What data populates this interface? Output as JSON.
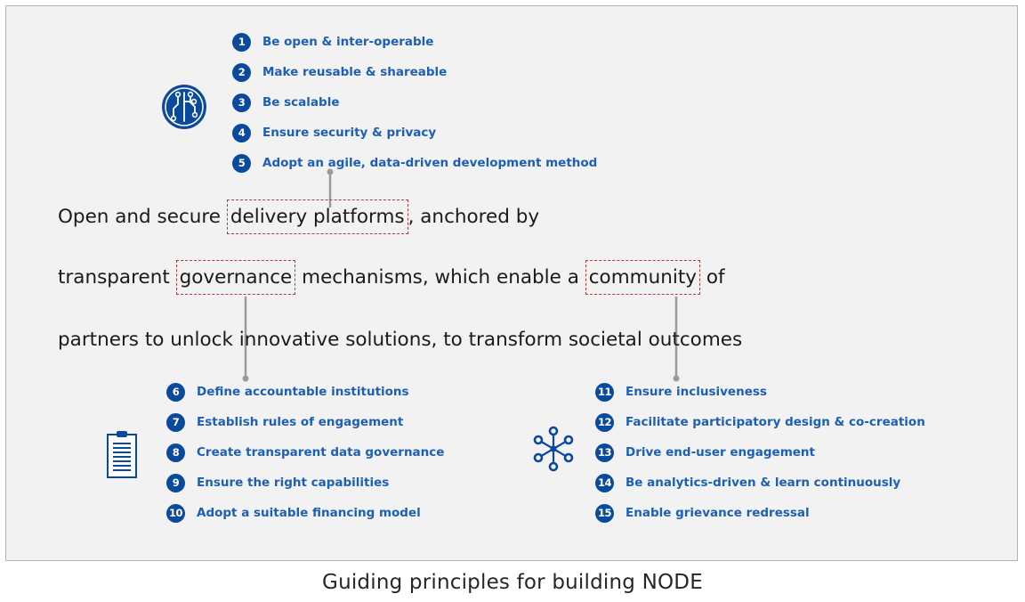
{
  "platform_principles": [
    {
      "num": "1",
      "text": "Be open & inter-operable"
    },
    {
      "num": "2",
      "text": "Make reusable & shareable"
    },
    {
      "num": "3",
      "text": "Be scalable"
    },
    {
      "num": "4",
      "text": "Ensure security & privacy"
    },
    {
      "num": "5",
      "text": "Adopt an agile, data-driven development method"
    }
  ],
  "statement": {
    "line1_pre": "Open and secure ",
    "kw_platforms": "delivery platforms",
    "line1_post": ", anchored by",
    "line2_pre": "transparent ",
    "kw_governance": "governance",
    "line2_mid": " mechanisms, which enable a ",
    "kw_community": "community",
    "line2_post": " of",
    "line3": "partners to unlock innovative solutions, to transform societal outcomes"
  },
  "governance_principles": [
    {
      "num": "6",
      "text": "Define accountable institutions"
    },
    {
      "num": "7",
      "text": "Establish rules of engagement"
    },
    {
      "num": "8",
      "text": "Create transparent data governance"
    },
    {
      "num": "9",
      "text": "Ensure the right capabilities"
    },
    {
      "num": "10",
      "text": "Adopt a suitable financing model"
    }
  ],
  "community_principles": [
    {
      "num": "11",
      "text": "Ensure inclusiveness"
    },
    {
      "num": "12",
      "text": "Facilitate participatory design & co-creation"
    },
    {
      "num": "13",
      "text": "Drive end-user engagement"
    },
    {
      "num": "14",
      "text": "Be analytics-driven & learn continuously"
    },
    {
      "num": "15",
      "text": "Enable grievance redressal"
    }
  ],
  "icons": {
    "platforms": "circuit-chip-icon",
    "governance": "clipboard-icon",
    "community": "network-nodes-icon"
  },
  "colors": {
    "badge": "#0a4a9c",
    "principle_text": "#1d5fb3",
    "highlight_border": "#b03b3b",
    "connector": "#9a9a9a"
  },
  "caption": "Guiding principles for building NODE"
}
